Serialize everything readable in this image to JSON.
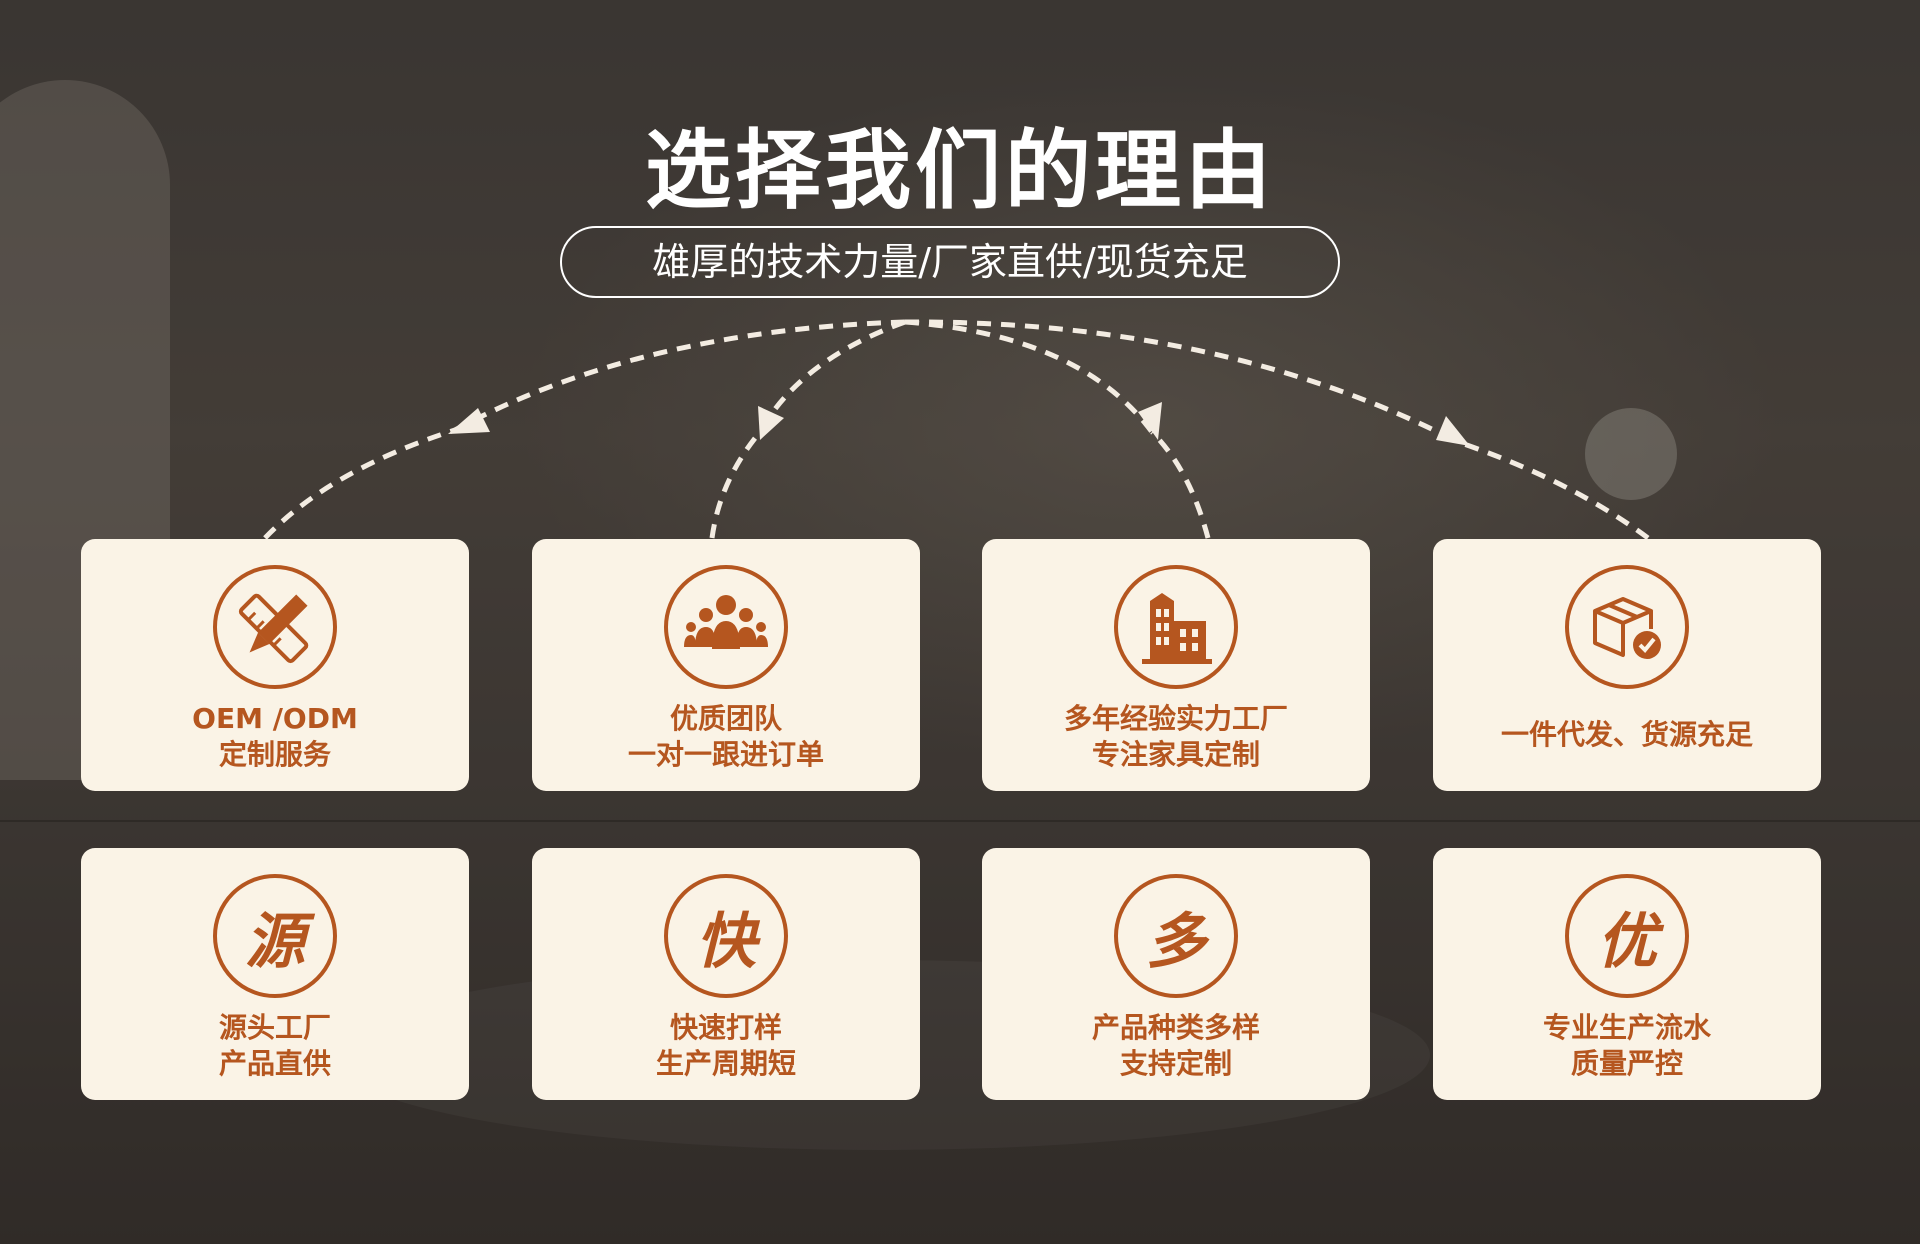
{
  "title": "选择我们的理由",
  "subtitle": "雄厚的技术力量/厂家直供/现货充足",
  "colors": {
    "accent": "#b5561f",
    "card_bg": "#faf3e6",
    "text_light": "#ffffff"
  },
  "cards_row1": [
    {
      "icon": "pencil-ruler-icon",
      "line1": "OEM /ODM",
      "line2": "定制服务"
    },
    {
      "icon": "team-icon",
      "line1": "优质团队",
      "line2": "一对一跟进订单"
    },
    {
      "icon": "factory-building-icon",
      "line1": "多年经验实力工厂",
      "line2": "专注家具定制"
    },
    {
      "icon": "package-check-icon",
      "line1": "一件代发、货源充足"
    }
  ],
  "cards_row2": [
    {
      "glyph": "源",
      "line1": "源头工厂",
      "line2": "产品直供"
    },
    {
      "glyph": "快",
      "line1": "快速打样",
      "line2": "生产周期短"
    },
    {
      "glyph": "多",
      "line1": "产品种类多样",
      "line2": "支持定制"
    },
    {
      "glyph": "优",
      "line1": "专业生产流水",
      "line2": "质量严控"
    }
  ]
}
